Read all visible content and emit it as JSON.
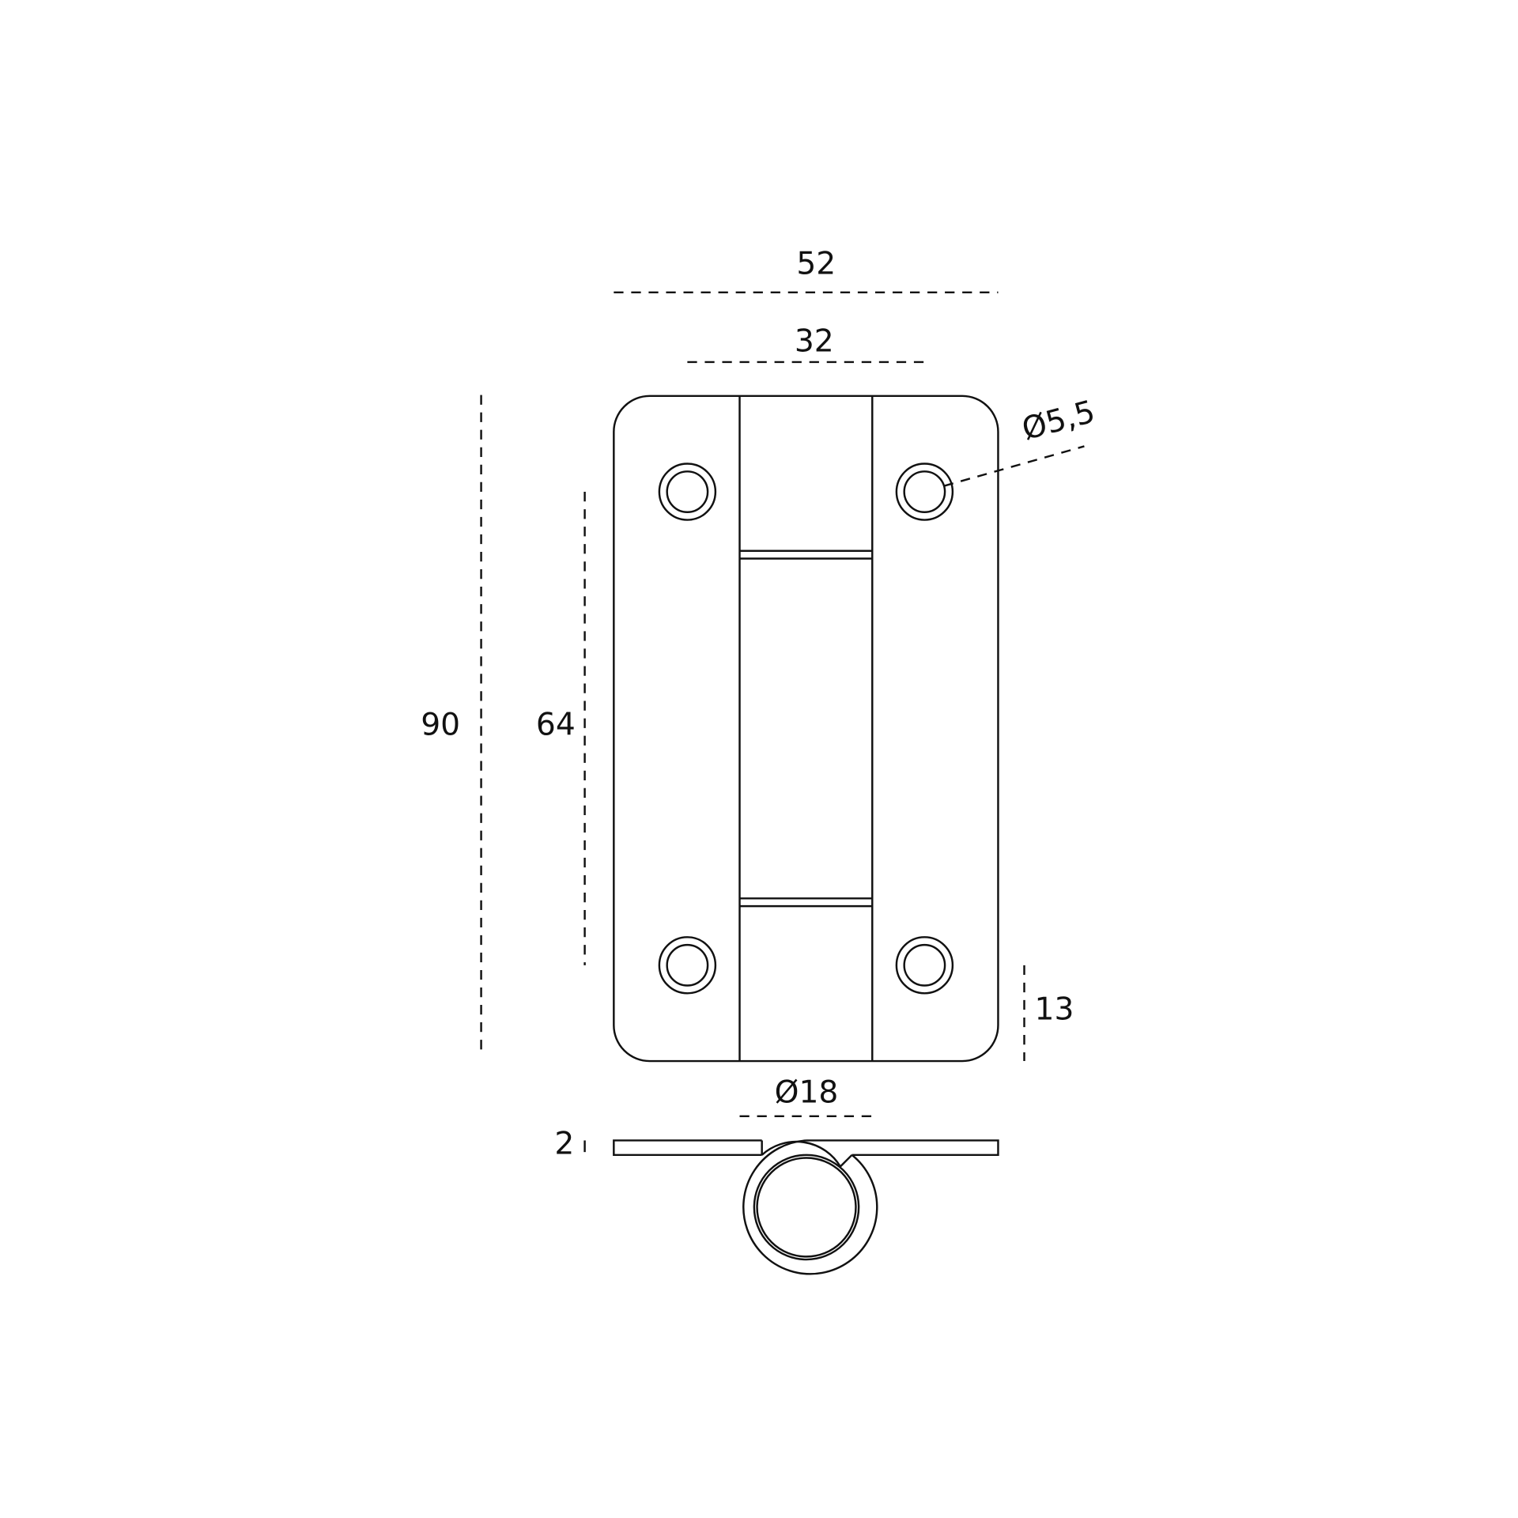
{
  "drawing": {
    "title": "Hinge technical drawing",
    "dimensions": {
      "overall_width": "52",
      "hole_spacing_width": "32",
      "overall_height": "90",
      "hole_spacing_height": "64",
      "hole_diameter": "Ø5,5",
      "hole_edge_offset": "13",
      "knuckle_diameter": "Ø18",
      "plate_thickness": "2"
    },
    "line_color": "#111111",
    "background": "#ffffff"
  }
}
